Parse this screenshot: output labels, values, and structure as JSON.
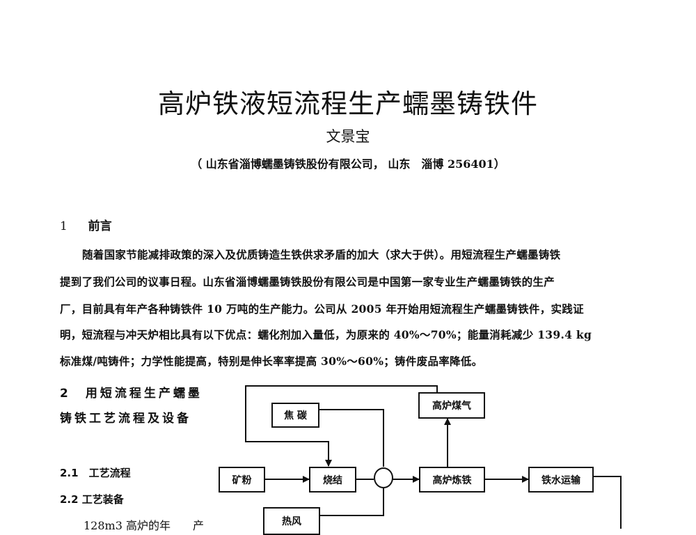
{
  "header": {
    "title": "高炉铁液短流程生产蠕墨铸铁件",
    "author": "文景宝",
    "affiliation": "（ 山东省淄博蠕墨铸铁股份有限公司， 山东　淄博 256401）"
  },
  "section1": {
    "heading_number": "1",
    "heading_text": "前言",
    "lines": [
      "随着国家节能减排政策的深入及优质铸造生铁供求矛盾的加大（求大于供）。用短流程生产蠕墨铸铁",
      "提到了我们公司的议事日程。山东省淄博蠕墨铸铁股份有限公司是中国第一家专业生产蠕墨铸铁的生产",
      "厂，目前具有年产各种铸铁件 10 万吨的生产能力。公司从 2005 年开始用短流程生产蠕墨铸铁件，实践证",
      "明，短流程与冲天炉相比具有以下优点：蠕化剂加入量低，为原来的 40%～70%；能量消耗减少 139.4 kg",
      "标准煤/吨铸件；力学性能提高，特别是伸长率率提高 30%～60%；铸件废品率降低。"
    ]
  },
  "section2": {
    "heading_line1": "2　用短流程生产蠕墨",
    "heading_line2": "铸铁工艺流程及设备",
    "sub1": "2.1　工艺流程",
    "sub2": "2.2 工艺装备",
    "body_start": "128m3 高炉的年　　产"
  },
  "flowchart": {
    "nodes": {
      "coke": "焦 碳",
      "bf_gas": "高炉煤气",
      "ore_powder": "矿粉",
      "sinter": "烧结",
      "bf_iron": "高炉炼铁",
      "iron_transport": "铁水运输",
      "hot_blast": "热风"
    }
  }
}
